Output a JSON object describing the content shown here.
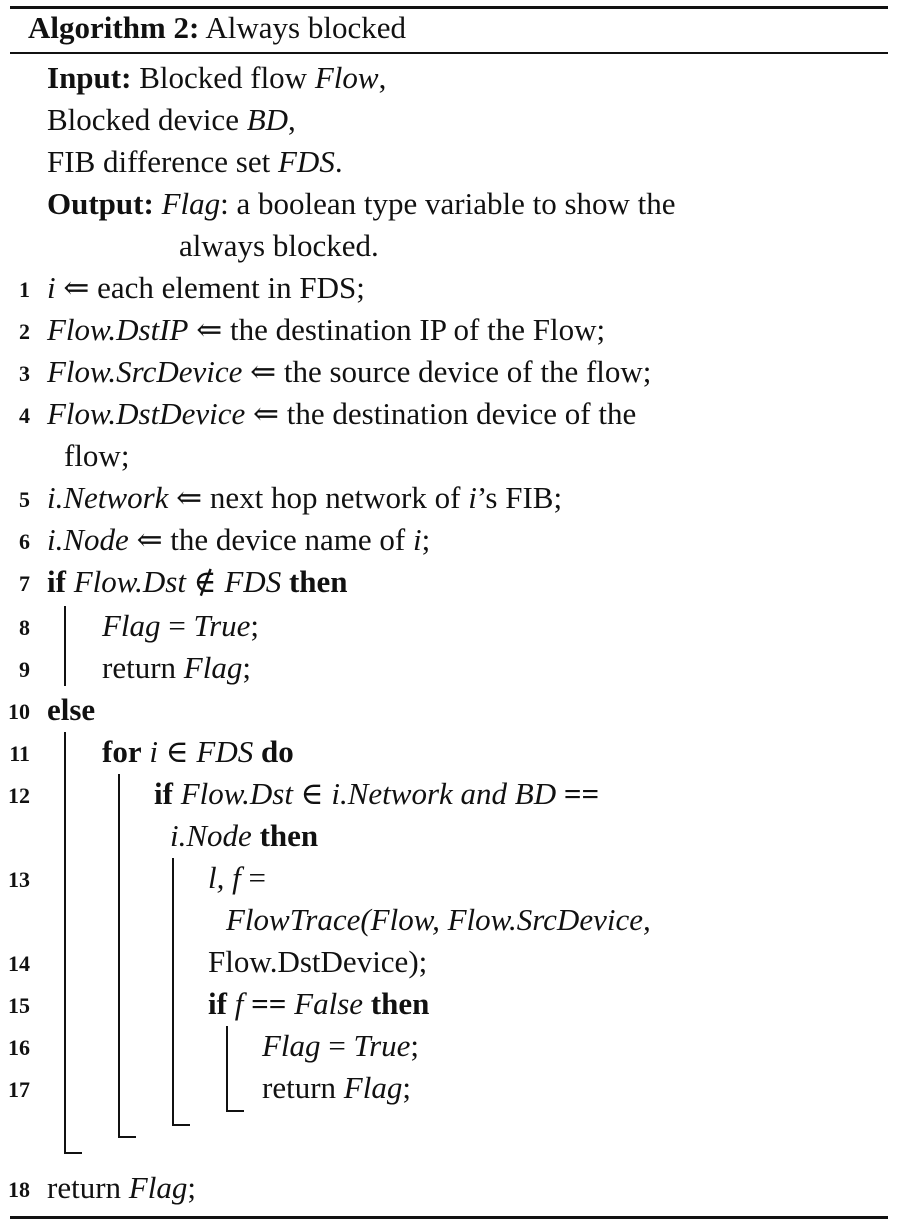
{
  "algorithm": {
    "label": "Algorithm 2:",
    "title": "Always blocked"
  },
  "input": {
    "label": "Input:",
    "line1_text": "Blocked flow",
    "line1_var": "Flow",
    "line1_end": ",",
    "line2_text": "Blocked device",
    "line2_var": "BD",
    "line2_end": ",",
    "line3_text": "FIB difference set",
    "line3_var": "FDS",
    "line3_end": "."
  },
  "output": {
    "label": "Output:",
    "var": "Flag",
    "text1": ": a boolean type variable to show the",
    "text2": "always blocked."
  },
  "lines": {
    "n1": "1",
    "n2": "2",
    "n3": "3",
    "n4": "4",
    "n5": "5",
    "n6": "6",
    "n7": "7",
    "n8": "8",
    "n9": "9",
    "n10": "10",
    "n11": "11",
    "n12": "12",
    "n13": "13",
    "n14": "14",
    "n15": "15",
    "n16": "16",
    "n17": "17",
    "n18": "18",
    "l1_var": "i",
    "l1_text": " ⇐ each element in FDS;",
    "l2_var": "Flow.DstIP",
    "l2_text": " ⇐ the destination IP of the Flow;",
    "l3_var": "Flow.SrcDevice",
    "l3_text": " ⇐ the source device of the flow;",
    "l4_var": "Flow.DstDevice",
    "l4_text": " ⇐ the destination device of the",
    "l4_cont": "flow;",
    "l5_var": "i.Network",
    "l5_text": " ⇐ next hop network of ",
    "l5_var2": "i",
    "l5_text2": "’s FIB;",
    "l6_var": "i.Node",
    "l6_text": " ⇐ the device name of ",
    "l6_var2": "i",
    "l6_text2": ";",
    "l7_kw1": "if",
    "l7_expr": " Flow.Dst ∉ FDS ",
    "l7_kw2": "then",
    "l8_var": "Flag",
    "l8_eq": " = ",
    "l8_val": "True",
    "l8_end": ";",
    "l9_text": "return ",
    "l9_var": "Flag",
    "l9_end": ";",
    "l10_kw": "else",
    "l11_kw1": "for",
    "l11_expr": " i ∈ FDS ",
    "l11_kw2": "do",
    "l12_kw": "if",
    "l12_expr": " Flow.Dst ∈ i.Network and BD",
    "l12_eq": " ==",
    "l12c_expr": "i.Node ",
    "l12c_kw": "then",
    "l13_expr": "l, f",
    "l13_eq": " =",
    "l13c_expr": "FlowTrace(Flow, Flow.SrcDevice,",
    "l14_text": "Flow.DstDevice);",
    "l15_kw1": "if",
    "l15_expr": " f",
    "l15_eq": " == ",
    "l15_val": "False",
    "l15_kw2": " then",
    "l16_var": "Flag",
    "l16_eq": " = ",
    "l16_val": "True",
    "l16_end": ";",
    "l17_text": "return ",
    "l17_var": "Flag",
    "l17_end": ";",
    "l18_text": "return ",
    "l18_var": "Flag",
    "l18_end": ";"
  }
}
